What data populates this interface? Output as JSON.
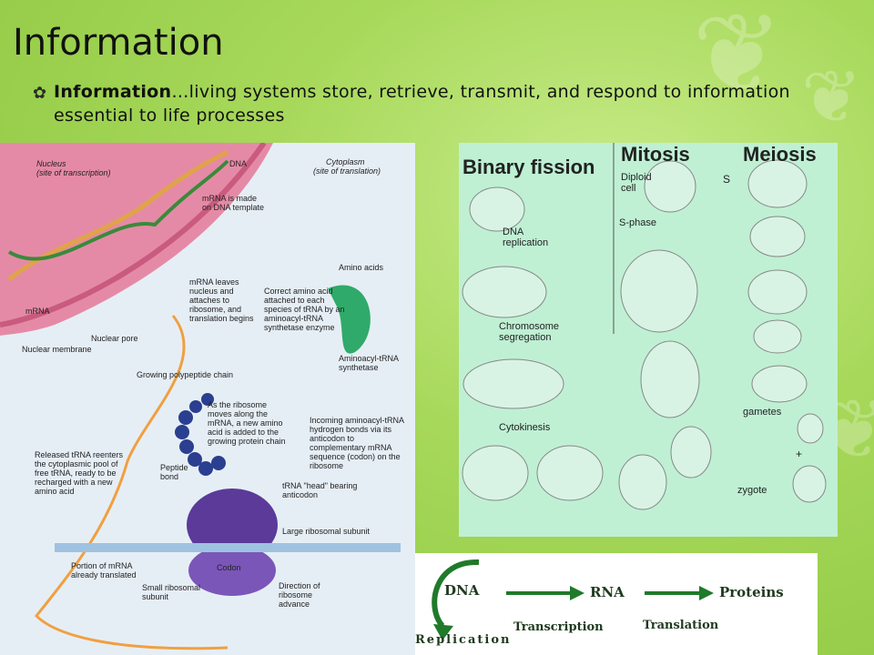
{
  "slide": {
    "title": "Information",
    "bullet": {
      "bold": "Information",
      "text": "…living systems store, retrieve, transmit, and respond to information essential to life processes"
    }
  },
  "translation_diagram": {
    "nucleus": "Nucleus",
    "nucleus_sub": "(site of transcription)",
    "cytoplasm": "Cytoplasm",
    "cytoplasm_sub": "(site of translation)",
    "dna": "DNA",
    "step1": "mRNA is made on DNA template",
    "mrna": "mRNA",
    "step2": "mRNA leaves nucleus and attaches to ribosome, and translation begins",
    "nuclear_pore": "Nuclear pore",
    "nuclear_membrane": "Nuclear membrane",
    "amino_acids": "Amino acids",
    "correct_aa": "Correct amino acid attached to each species of tRNA by an aminoacyl-tRNA synthetase enzyme",
    "synthetase": "Aminoacyl-tRNA synthetase",
    "growing_chain": "Growing polypeptide chain",
    "step4": "As the ribosome moves along the mRNA, a new amino acid is added to the growing protein chain",
    "step3": "Incoming aminoacyl-tRNA hydrogen bonds via its anticodon to complementary mRNA sequence (codon) on the ribosome",
    "step5": "Released tRNA reenters the cytoplasmic pool of free tRNA, ready to be recharged with a new amino acid",
    "peptide_bond": "Peptide bond",
    "trna_head": "tRNA \"head\" bearing anticodon",
    "large_subunit": "Large ribosomal subunit",
    "codon": "Codon",
    "portion": "Portion of mRNA already translated",
    "small_subunit": "Small ribosomal subunit",
    "direction": "Direction of ribosome advance"
  },
  "division_diagram": {
    "binary_fission": "Binary fission",
    "mitosis": "Mitosis",
    "meiosis": "Meiosis",
    "dna_replication": "DNA replication",
    "chromosome_segregation": "Chromosome segregation",
    "cytokinesis": "Cytokinesis",
    "diploid_cell": "Diploid cell",
    "s": "S",
    "s_phase": "S-phase",
    "gametes": "gametes",
    "plus": "+",
    "zygote": "zygote"
  },
  "central_dogma": {
    "dna": "DNA",
    "rna": "RNA",
    "proteins": "Proteins",
    "replication": "Replication",
    "transcription": "Transcription",
    "translation": "Translation"
  },
  "colors": {
    "background": "#a7d85a",
    "arrow_green": "#1f7a2a",
    "nucleus_pink": "#e58aa6",
    "ribosome_purple": "#5b3a9a"
  }
}
